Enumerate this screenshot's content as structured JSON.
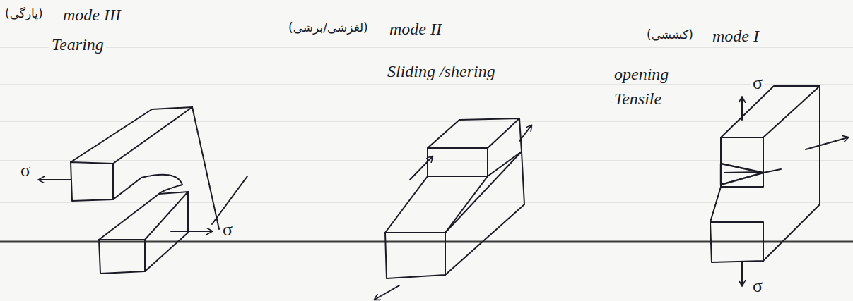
{
  "diagram": {
    "labels": [
      "(پارگی)",
      "mode III",
      "Tearing",
      "σ",
      "σ",
      "(لغزشی/برشی)",
      "mode II",
      "Sliding /shering",
      "(کششی)",
      "mode I",
      "opening",
      "Tensile",
      "σ",
      "σ"
    ]
  }
}
